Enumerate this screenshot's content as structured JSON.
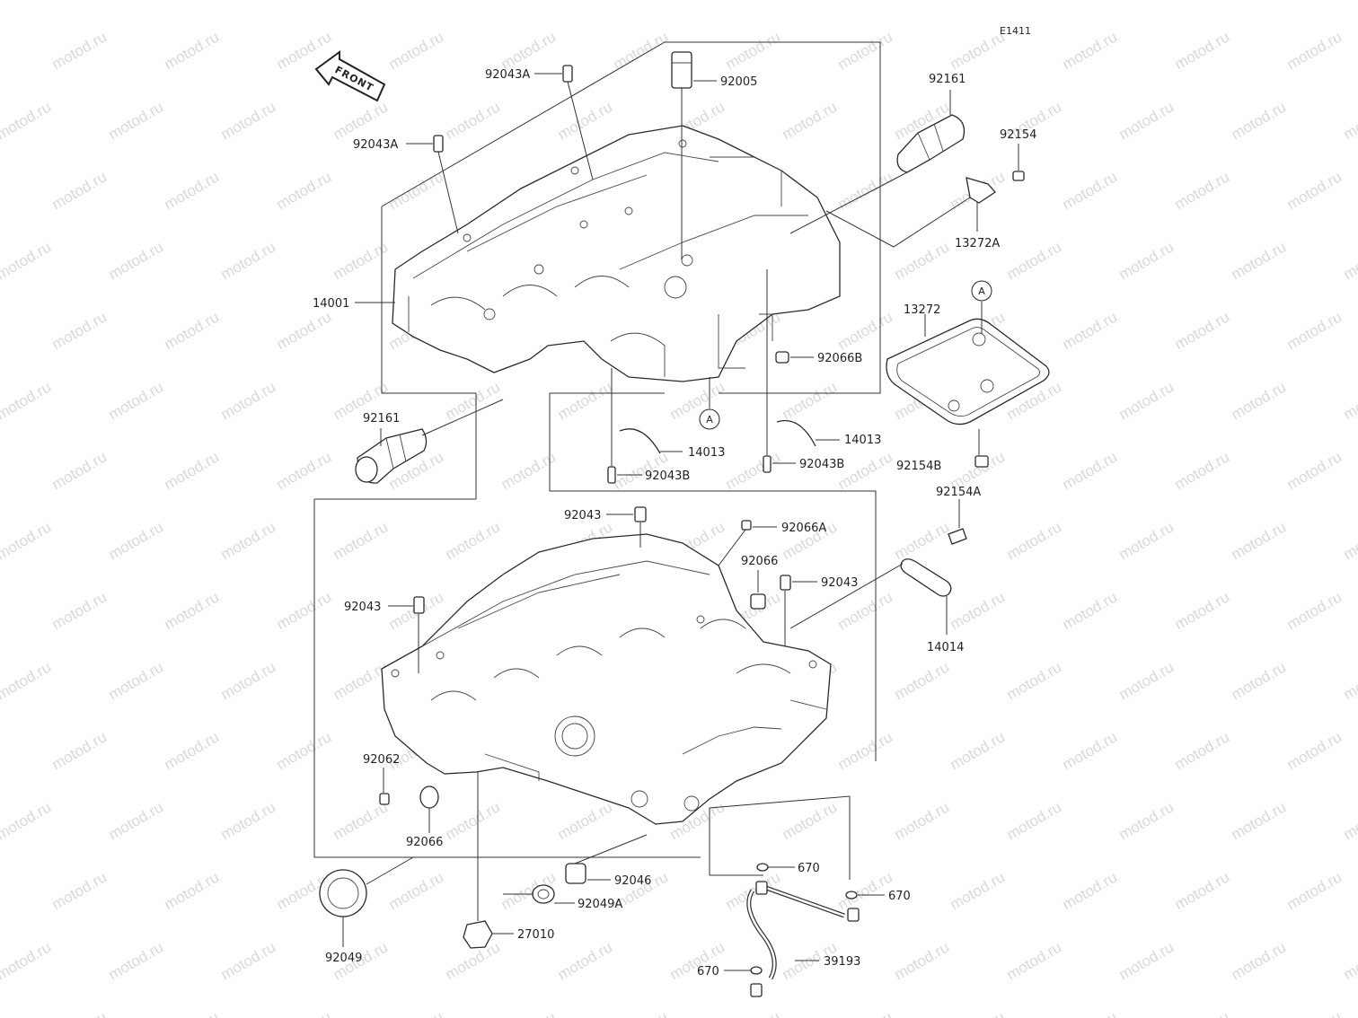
{
  "diagram": {
    "code": "E1411",
    "front_label": "FRONT",
    "watermark": "motod.ru",
    "parts": {
      "p92043A_1": "92043A",
      "p92043A_2": "92043A",
      "p92005": "92005",
      "p92161_top": "92161",
      "p92154": "92154",
      "p13272A": "13272A",
      "p14001": "14001",
      "p13272": "13272",
      "p92066B": "92066B",
      "p14013_1": "14013",
      "p14013_2": "14013",
      "p92043B_1": "92043B",
      "p92043B_2": "92043B",
      "p92161_left": "92161",
      "p92154B": "92154B",
      "p92154A": "92154A",
      "p92043_top": "92043",
      "p92066A": "92066A",
      "p92066_right": "92066",
      "p92043_right": "92043",
      "p92043_left": "92043",
      "p14014": "14014",
      "p92062": "92062",
      "p92066_left": "92066",
      "p92046": "92046",
      "p92049A": "92049A",
      "p670_1": "670",
      "p670_2": "670",
      "p670_3": "670",
      "p39193": "39193",
      "p92049": "92049",
      "p27010": "27010"
    },
    "refs": {
      "ref_a1": "A",
      "ref_a2": "A"
    }
  }
}
